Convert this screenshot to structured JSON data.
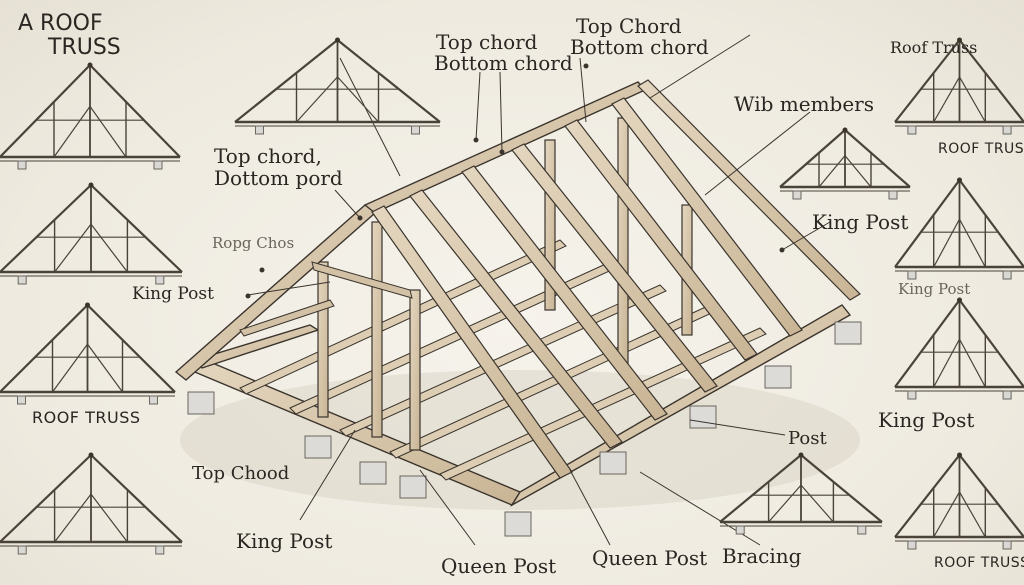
{
  "title": {
    "line1": "A ROOF",
    "line2": "TRUSS"
  },
  "labels": {
    "top_chord_bottom_chord_a_1": "Top chord",
    "top_chord_bottom_chord_a_2": "Bottom chord",
    "top_chord_bottom_chord_b_1": "Top Chord",
    "top_chord_bottom_chord_b_2": "Bottom chord",
    "top_chord_dottom_pord_1": "Top chord,",
    "top_chord_dottom_pord_2": "Dottom pord",
    "ropg_chos": "Ropg Chos",
    "king_post_left": "King Post",
    "roof_truss_left": "ROOF TRUSS",
    "top_chood": "Top Chood",
    "king_post_bottom": "King Post",
    "queen_post_a": "Queen Post",
    "queen_post_b": "Queen Post",
    "bracing": "Bracing",
    "wib_members": "Wib members",
    "king_post_right": "King Post",
    "post": "Post",
    "roof_truss_top_right": "Roof Truss",
    "roof_truss_right": "ROOF TRUSS",
    "king_post_right_faint": "King Post",
    "king_post_right_2": "King Post",
    "roof_truss_bottom_right": "ROOF TRUSS"
  },
  "colors": {
    "ink": "#2a2622",
    "wood": "#d8c7ad",
    "wood_dark": "#a89377",
    "line": "#3a342d",
    "concrete": "#d9d8d4"
  }
}
